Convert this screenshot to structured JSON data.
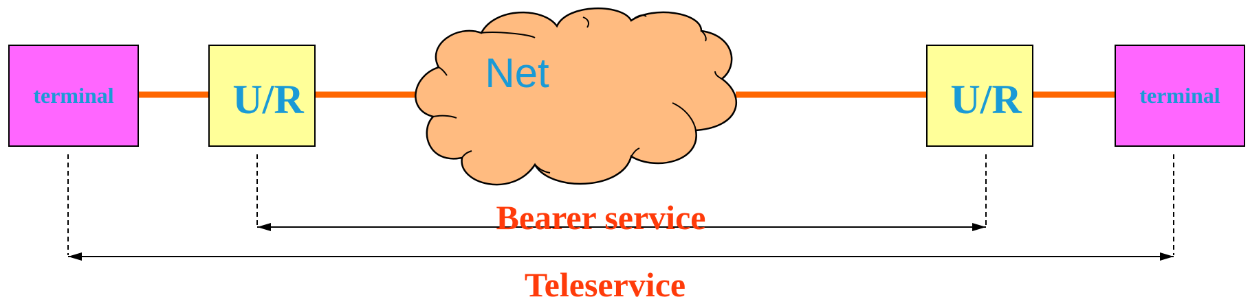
{
  "nodes": {
    "terminal_left": {
      "label": "terminal"
    },
    "ur_left": {
      "label": "U/R"
    },
    "net": {
      "label": "Net"
    },
    "ur_right": {
      "label": "U/R"
    },
    "terminal_right": {
      "label": "terminal"
    }
  },
  "services": {
    "bearer": {
      "label": "Bearer service"
    },
    "tele": {
      "label": "Teleservice"
    }
  },
  "colors": {
    "terminal_fill": "#ff66ff",
    "ur_fill": "#ffff99",
    "cloud_fill": "#ffbb80",
    "link": "#ff6600",
    "box_text": "#1a9ad6",
    "service_text": "#ff3b0a"
  }
}
